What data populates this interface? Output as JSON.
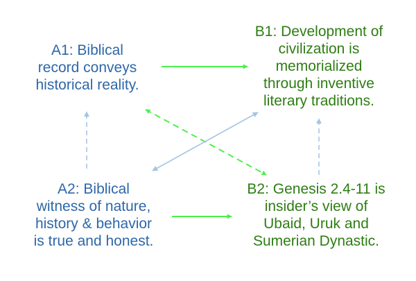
{
  "colors": {
    "a_text": "#2e67a8",
    "b_text": "#2e7d13",
    "green_arrow": "#4cf04c",
    "blue_arrow": "#a6c4e4"
  },
  "nodes": {
    "a1": {
      "lines": [
        "A1: Biblical",
        "record conveys",
        "historical reality."
      ]
    },
    "b1": {
      "lines": [
        "B1: Development of",
        "civilization is",
        "memorialized",
        "through inventive",
        "literary traditions."
      ]
    },
    "a2": {
      "lines": [
        "A2: Biblical",
        "witness of nature,",
        "history & behavior",
        "is true and honest."
      ]
    },
    "b2": {
      "lines": [
        "B2: Genesis 2.4-11 is",
        "insider’s view of",
        "Ubaid, Uruk and",
        "Sumerian Dynastic."
      ]
    }
  }
}
